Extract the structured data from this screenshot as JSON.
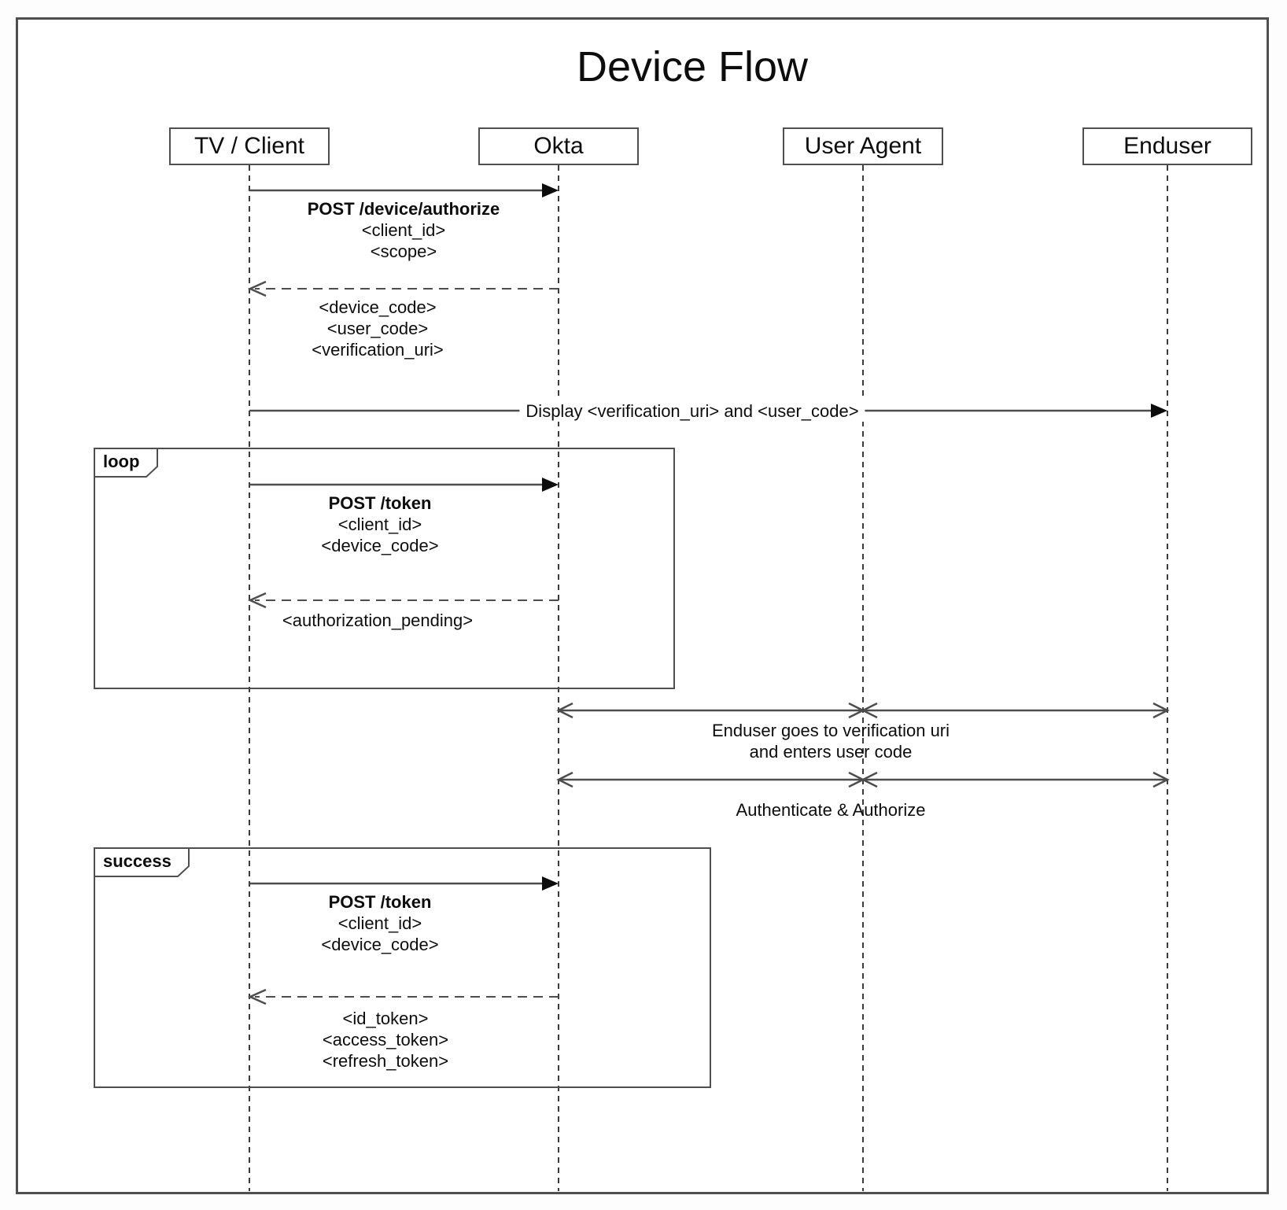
{
  "title": "Device Flow",
  "colors": {
    "ink": "#0d0d0d",
    "line": "#4d4d4d"
  },
  "actors": [
    {
      "name": "TV / Client"
    },
    {
      "name": "Okta"
    },
    {
      "name": "User Agent"
    },
    {
      "name": "Enduser"
    }
  ],
  "fragments": {
    "loop": {
      "label": "loop"
    },
    "success": {
      "label": "success"
    }
  },
  "messages": {
    "device_authorize_request": {
      "from": "TV / Client",
      "to": "Okta",
      "type": "solid",
      "title": "POST /device/authorize",
      "params": [
        "<client_id>",
        "<scope>"
      ]
    },
    "device_authorize_response": {
      "from": "Okta",
      "to": "TV / Client",
      "type": "dashed-return",
      "params": [
        "<device_code>",
        "<user_code>",
        "<verification_uri>"
      ]
    },
    "display_verification": {
      "from": "TV / Client",
      "to": "Enduser",
      "type": "solid",
      "title": "Display <verification_uri> and <user_code>"
    },
    "token_poll_request": {
      "from": "TV / Client",
      "to": "Okta",
      "type": "solid",
      "fragment": "loop",
      "title": "POST /token",
      "params": [
        "<client_id>",
        "<device_code>"
      ]
    },
    "token_poll_response": {
      "from": "Okta",
      "to": "TV / Client",
      "type": "dashed-return",
      "fragment": "loop",
      "params": [
        "<authorization_pending>"
      ]
    },
    "user_verification": {
      "between": [
        "Okta",
        "User Agent",
        "Enduser"
      ],
      "type": "double-arrow",
      "lines": [
        "Enduser goes to verification uri",
        "and enters user code"
      ]
    },
    "authenticate_authorize": {
      "between": [
        "Okta",
        "User Agent",
        "Enduser"
      ],
      "type": "double-arrow",
      "title": "Authenticate & Authorize"
    },
    "token_success_request": {
      "from": "TV / Client",
      "to": "Okta",
      "type": "solid",
      "fragment": "success",
      "title": "POST /token",
      "params": [
        "<client_id>",
        "<device_code>"
      ]
    },
    "token_success_response": {
      "from": "Okta",
      "to": "TV / Client",
      "type": "dashed-return",
      "fragment": "success",
      "params": [
        "<id_token>",
        "<access_token>",
        "<refresh_token>"
      ]
    }
  }
}
